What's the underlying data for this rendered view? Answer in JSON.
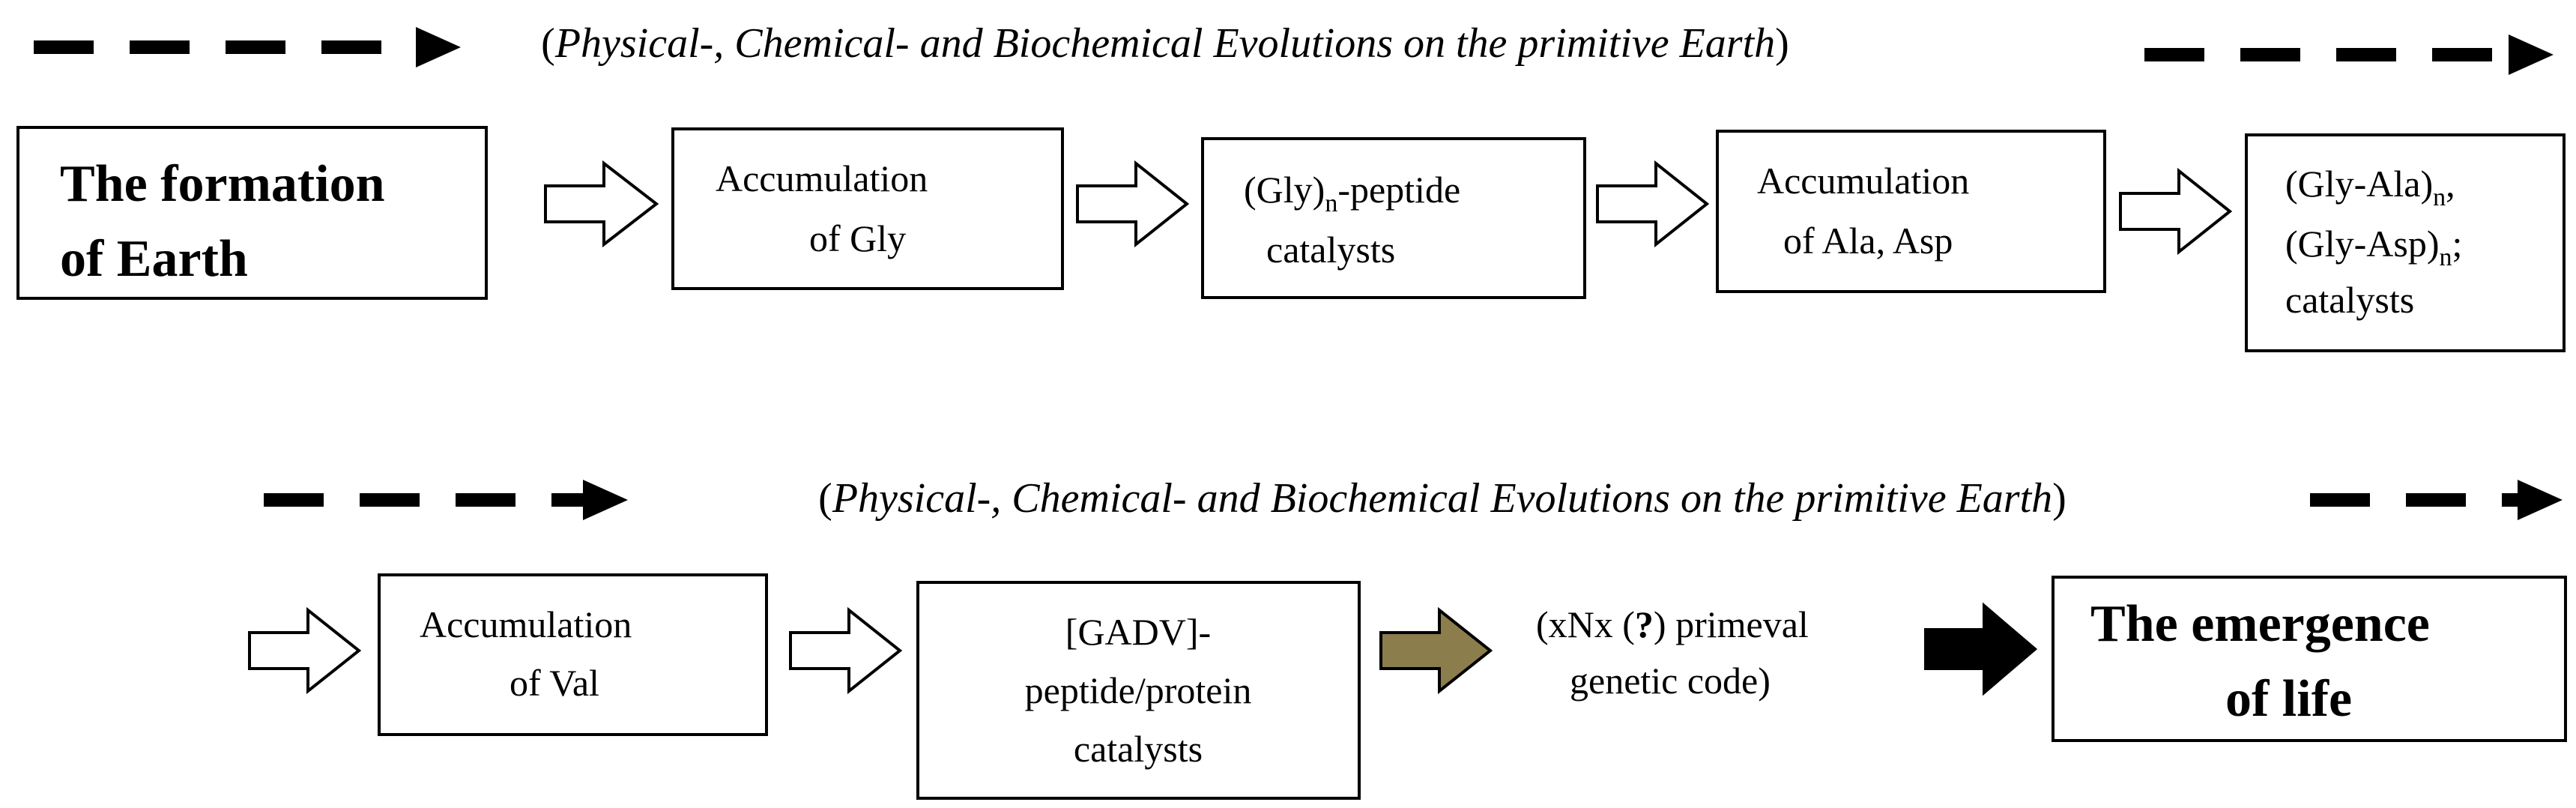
{
  "banner_top": {
    "open": "(",
    "text": "Physical-, Chemical- and Biochemical Evolutions on the primitive Earth",
    "close": ")"
  },
  "banner_bottom": {
    "open": "(",
    "text": "Physical-, Chemical- and Biochemical Evolutions on the primitive Earth",
    "close": ")"
  },
  "nodes": {
    "formation_earth": {
      "line1": "The formation",
      "line2": "of Earth"
    },
    "accum_gly": {
      "line1": "Accumulation",
      "line2": "of Gly"
    },
    "gly_peptide": {
      "line1_pre": "(Gly)",
      "line1_sub": "n",
      "line1_post": "-peptide",
      "line2": "catalysts"
    },
    "accum_ala_asp": {
      "line1": "Accumulation",
      "line2": "of Ala, Asp"
    },
    "gly_ala_asp": {
      "line1_pre": "(Gly-Ala)",
      "line1_sub": "n",
      "line1_post": ",",
      "line2_pre": "(Gly-Asp)",
      "line2_sub": "n",
      "line2_post": ";",
      "line3": "catalysts"
    },
    "accum_val": {
      "line1": "Accumulation",
      "line2": "of Val"
    },
    "gadv": {
      "line1": "[GADV]-",
      "line2": "peptide/protein",
      "line3": "catalysts"
    },
    "genetic_code": {
      "line1_pre": "(xNx (",
      "line1_bold": "?",
      "line1_post": ") primeval",
      "line2": "genetic code)"
    },
    "emergence_life": {
      "line1": "The emergence",
      "line2": "of life"
    }
  },
  "colors": {
    "outline_arrow_fill": "#ffffff",
    "olive_arrow_fill": "#8b7d4c",
    "black_arrow_fill": "#000000"
  }
}
